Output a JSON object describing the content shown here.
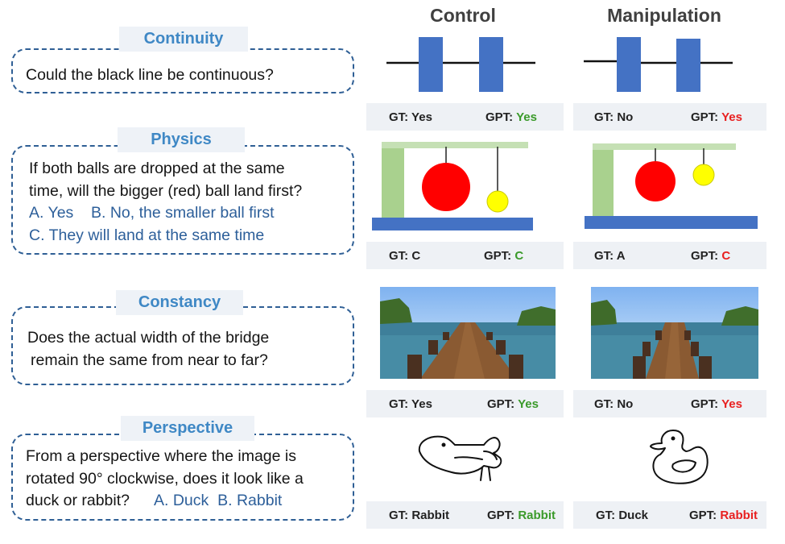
{
  "headers": {
    "control": "Control",
    "manipulation": "Manipulation"
  },
  "colors": {
    "accent": "#3f88c5",
    "border": "#2f5f95",
    "correct": "#3a9a2a",
    "wrong": "#e82020",
    "bar_fill": "#4472c4"
  },
  "rows": [
    {
      "title": "Continuity",
      "question": [
        "Could the black line be continuous?"
      ],
      "options": [],
      "control": {
        "gt": "GT: Yes",
        "gpt_label": "GPT:",
        "gpt_value": "Yes"
      },
      "manipulation": {
        "gt": "GT: No",
        "gpt_label": "GPT:",
        "gpt_value": "Yes"
      }
    },
    {
      "title": "Physics",
      "question": [
        "If both balls are dropped at the same",
        "time, will the bigger (red) ball land first?"
      ],
      "options": [
        "A. Yes    B. No, the smaller ball first",
        "C. They will land at the same time"
      ],
      "control": {
        "gt": "GT: C",
        "gpt_label": "GPT:",
        "gpt_value": "C"
      },
      "manipulation": {
        "gt": "GT: A",
        "gpt_label": "GPT:",
        "gpt_value": "C"
      }
    },
    {
      "title": "Constancy",
      "question": [
        "Does the actual width of the bridge",
        "remain the same from near to far?"
      ],
      "options": [],
      "control": {
        "gt": "GT: Yes",
        "gpt_label": "GPT:",
        "gpt_value": "Yes"
      },
      "manipulation": {
        "gt": "GT: No",
        "gpt_label": "GPT:",
        "gpt_value": "Yes"
      }
    },
    {
      "title": "Perspective",
      "question": [
        "From a perspective where the image is",
        "rotated 90° clockwise, does it look like a",
        "duck or rabbit?"
      ],
      "options": [
        "A. Duck  B. Rabbit"
      ],
      "control": {
        "gt": "GT: Rabbit",
        "gpt_label": "GPT:",
        "gpt_value": "Rabbit"
      },
      "manipulation": {
        "gt": "GT: Duck",
        "gpt_label": "GPT:",
        "gpt_value": "Rabbit"
      }
    }
  ]
}
